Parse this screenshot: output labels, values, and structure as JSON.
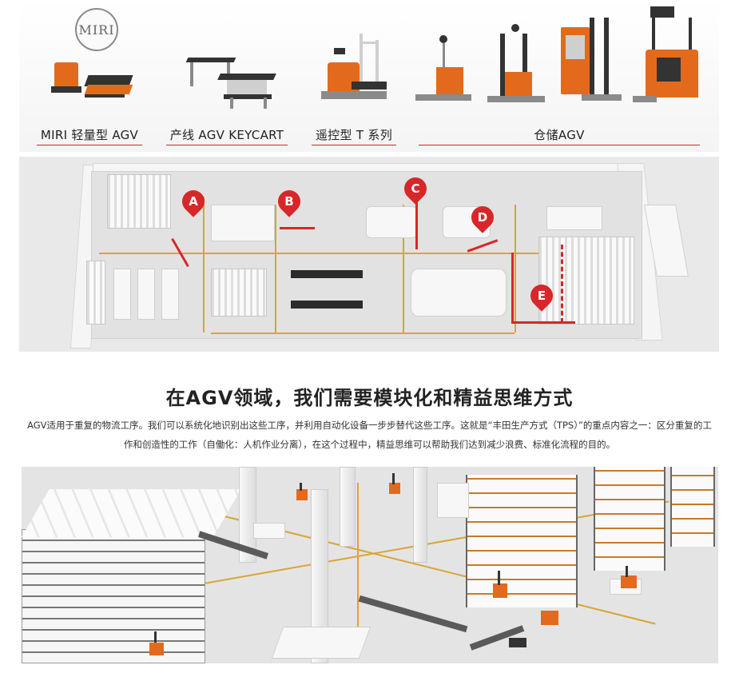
{
  "products": [
    {
      "label": "MIRI 轻量型 AGV",
      "logo_text": "MIRI"
    },
    {
      "label": "产线 AGV KEYCART"
    },
    {
      "label": "遥控型 T 系列"
    },
    {
      "label": "仓储AGV"
    }
  ],
  "map": {
    "markers": [
      "A",
      "B",
      "C",
      "D",
      "E"
    ]
  },
  "headline": "在AGV领域，我们需要模块化和精益思维方式",
  "description": "AGV适用于重复的物流工序。我们可以系统化地识别出这些工序，并利用自动化设备一步步替代这些工序。这就是“丰田生产方式（TPS）”的重点内容之一：区分重复的工作和创造性的工作（自働化：人机作业分离），在这个过程中，精益思维可以帮助我们达到减少浪费、标准化流程的目的。",
  "colors": {
    "accent_red": "#d7272a",
    "agv_orange": "#e36a1c",
    "lane_yellow": "#d9a531"
  }
}
